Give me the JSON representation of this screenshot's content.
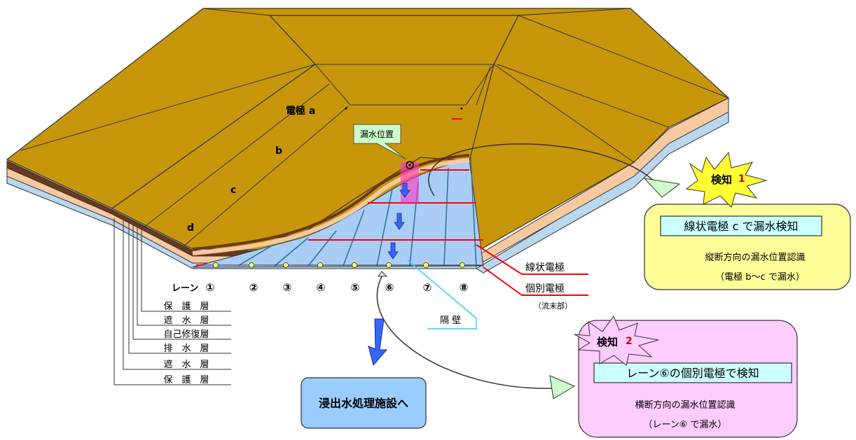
{
  "diagram": {
    "electrode_a": "電極 a",
    "electrode_b": "b",
    "electrode_c": "c",
    "electrode_d": "d",
    "leak_position": "漏水位置",
    "lane_label": "レーン",
    "lanes": [
      "①",
      "②",
      "③",
      "④",
      "⑤",
      "⑥",
      "⑦",
      "⑧"
    ],
    "layers": [
      "保　護　層",
      "遮　水　層",
      "自己修復層",
      "排　水　層",
      "遮　水　層",
      "保　護　層"
    ],
    "partition": "隔 壁",
    "linear_electrode": "線状電極",
    "individual_electrode": "個別電極",
    "outflow_part": "（流末部）",
    "treatment_facility": "浸出水処理施設へ",
    "detect1": {
      "badge": "検知",
      "badge_num": "1",
      "headline": "線状電極 c で漏水検知",
      "line1": "縦断方向の漏水位置認識",
      "line2": "（電極 b～c で漏水）"
    },
    "detect2": {
      "badge": "検知",
      "badge_num": "2",
      "headline": "レーン⑥の個別電極で検知",
      "line1": "横断方向の漏水位置認識",
      "line2": "（レーン⑥ で漏水）"
    },
    "colors": {
      "ground": "#c8960a",
      "water": "#a9cdf5",
      "box1": "#ffff99",
      "box2": "#ffccff",
      "badge": "#ffff33",
      "facility": "#99ccff",
      "red": "#ff0000"
    }
  }
}
